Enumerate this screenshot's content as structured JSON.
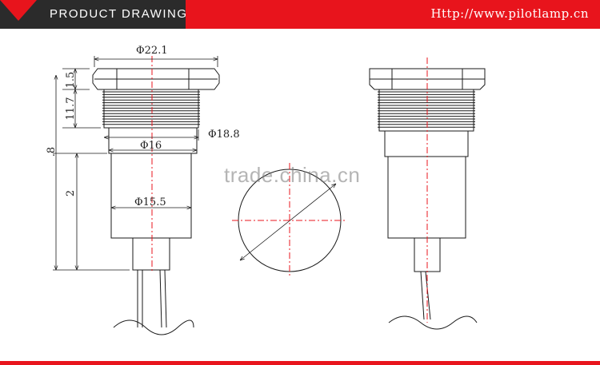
{
  "header": {
    "title": "PRODUCT DRAWING",
    "url": "Http://www.pilotlamp.cn",
    "accent_color": "#e8141c",
    "dark_color": "#2b2b2b"
  },
  "dimensions": {
    "bezel_diameter": "Φ22.1",
    "nut_height": "1.5",
    "thread_length": "11.7",
    "thread_diameter": "Φ18.8",
    "neck_diameter": "Φ16",
    "body_diameter": "Φ15.5",
    "overall_length_partial": ".8",
    "body_length_partial": "2"
  },
  "watermark": "trade.china.cn",
  "line_color": "#1a1a1a",
  "centerline_color": "#e8141c"
}
